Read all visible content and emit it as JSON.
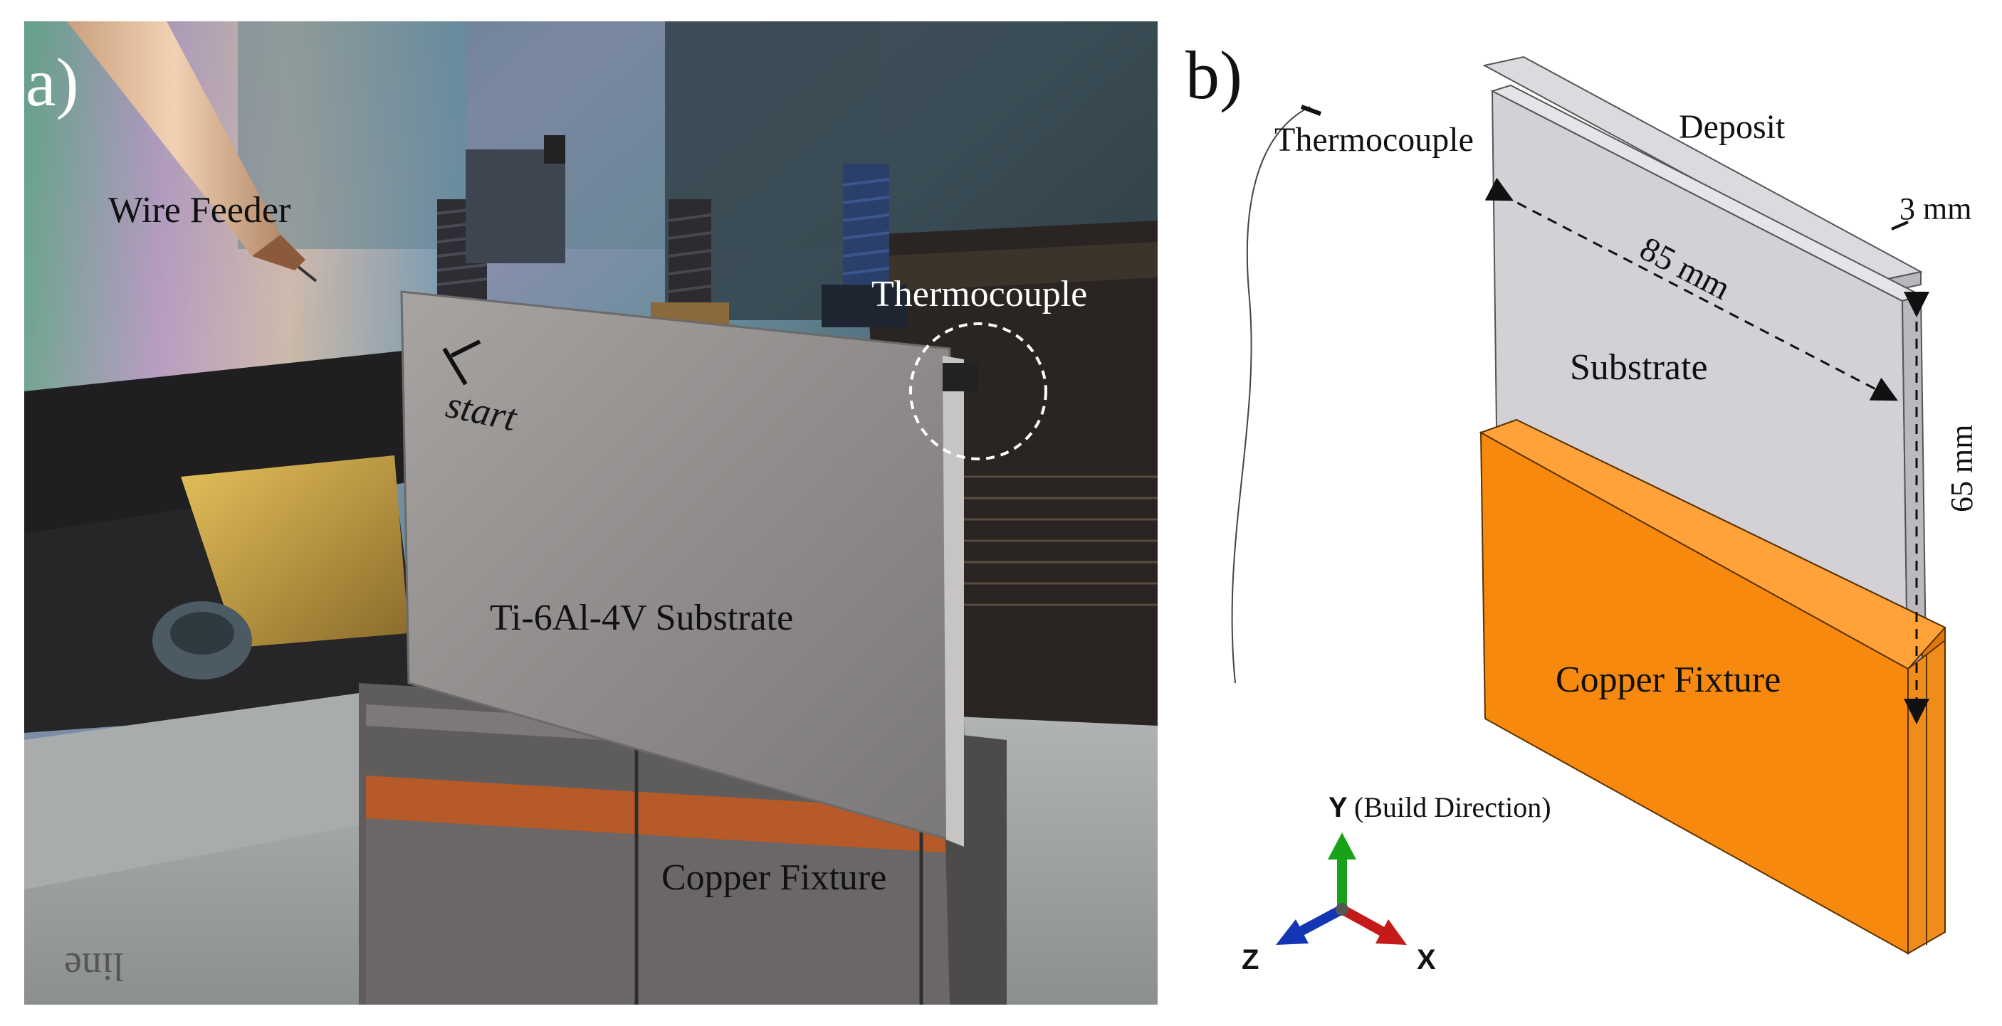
{
  "panel_a": {
    "panel_label": "a)",
    "wire_feeder_label": "Wire Feeder",
    "thermocouple_label": "Thermocouple",
    "substrate_label": "Ti-6Al-4V Substrate",
    "fixture_label": "Copper Fixture",
    "handwritten_mark": "start",
    "bench_text": "line"
  },
  "panel_b": {
    "panel_label": "b)",
    "thermocouple_label": "Thermocouple",
    "deposit_label": "Deposit",
    "thickness_label": "3 mm",
    "length_label": "85 mm",
    "substrate_label": "Substrate",
    "height_label": "65 mm",
    "fixture_label": "Copper Fixture",
    "axes": {
      "y_letter": "Y",
      "y_note": "(Build Direction)",
      "z_letter": "Z",
      "x_letter": "X"
    }
  },
  "colors": {
    "copper_fixture": "#f7890f",
    "plate_gray": "#d3d0d6",
    "axis_y": "#1aa11a",
    "axis_z": "#1436b4",
    "axis_x": "#c41a1a"
  }
}
